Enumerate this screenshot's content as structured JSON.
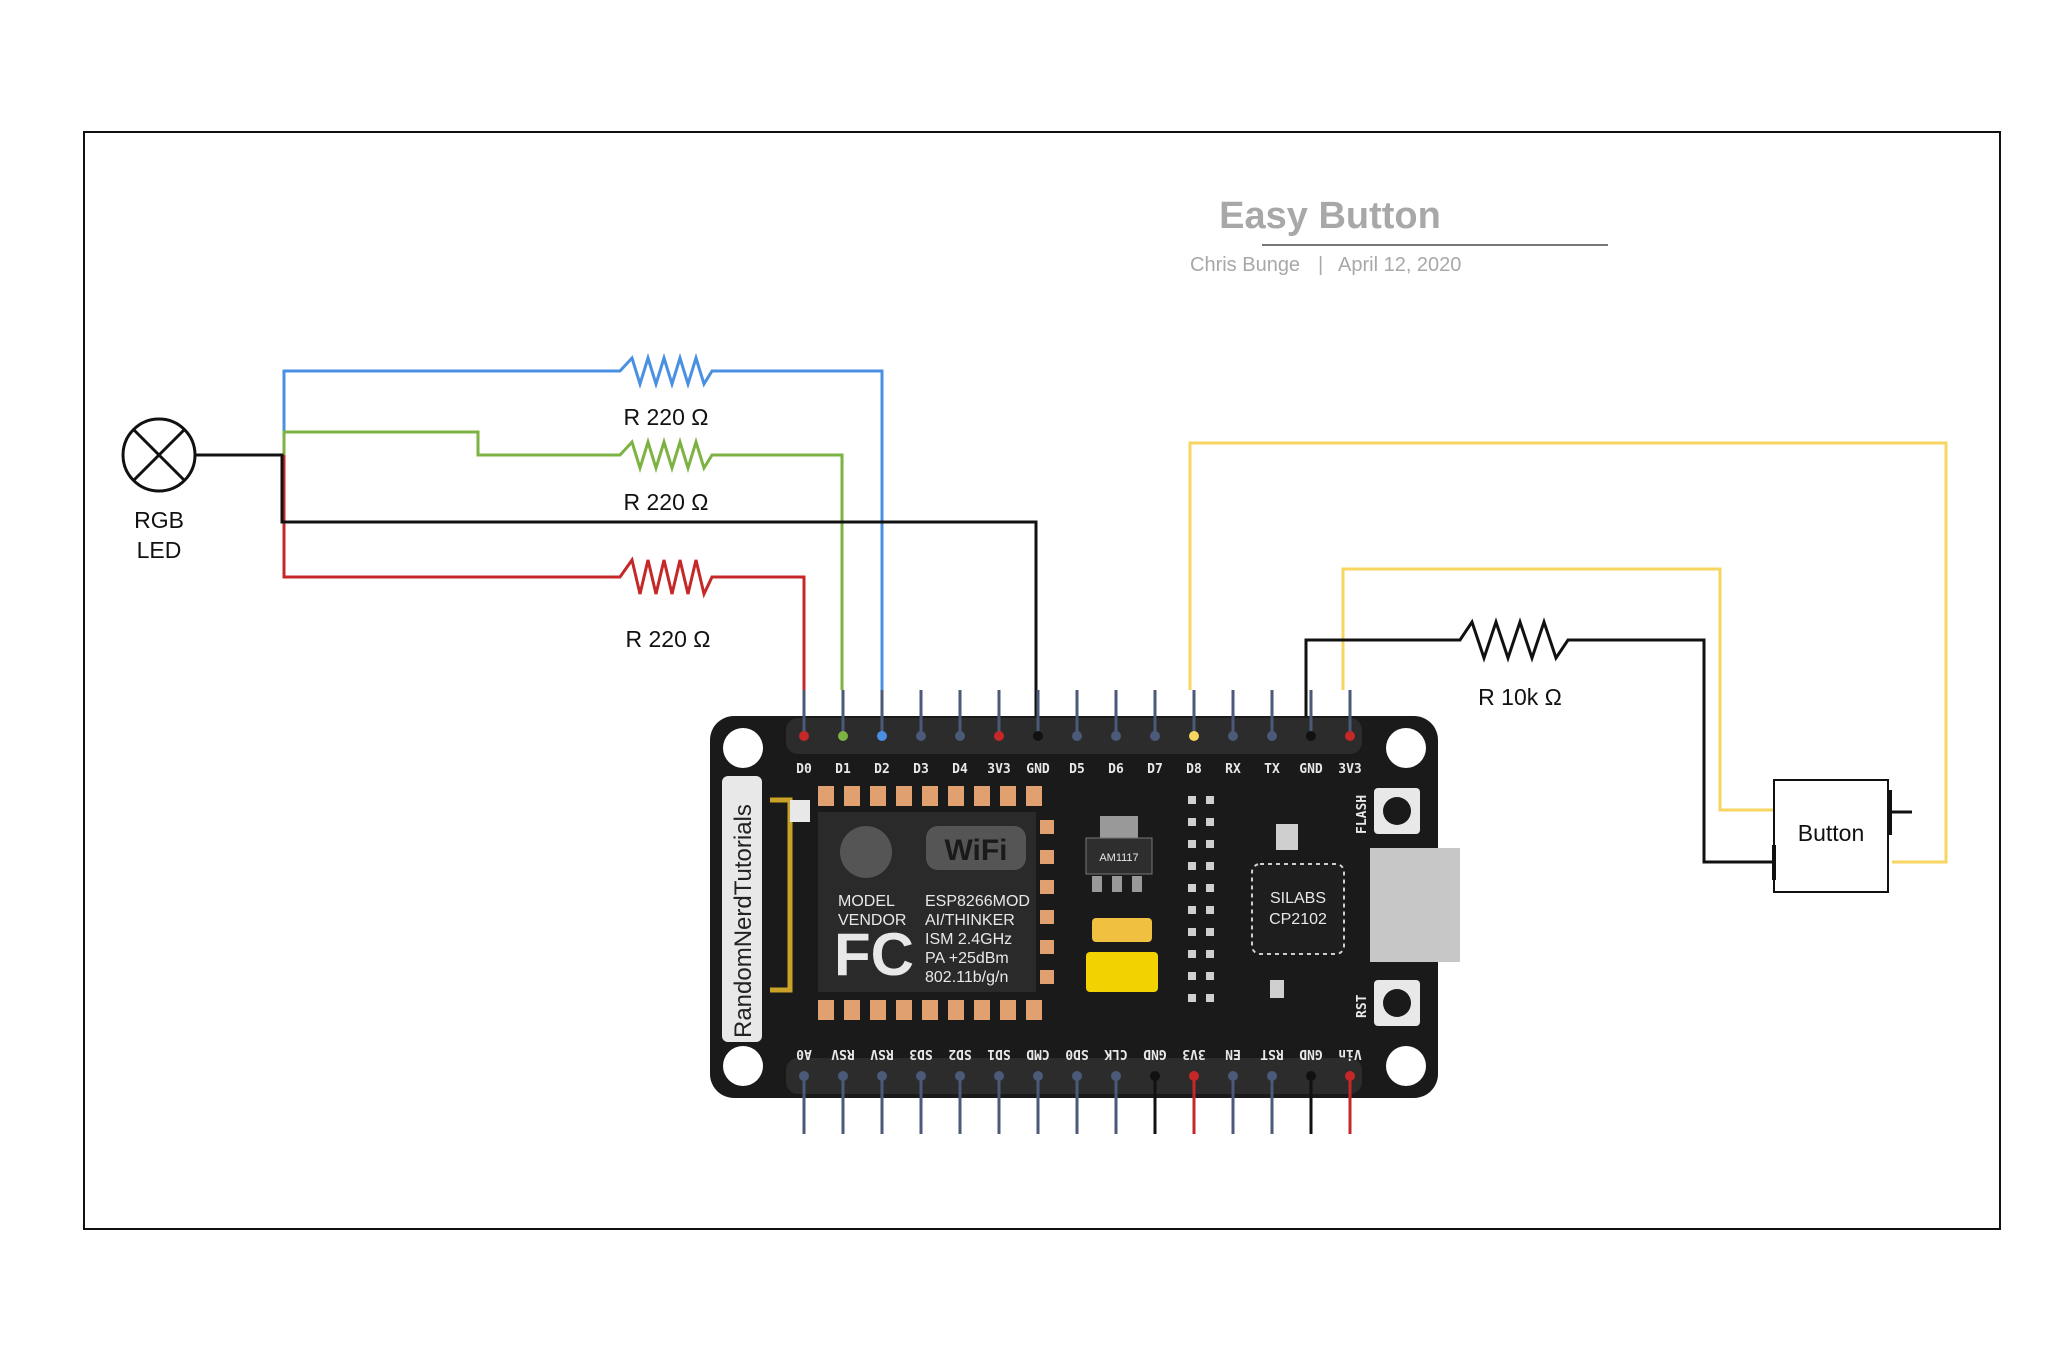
{
  "header": {
    "title": "Easy Button",
    "author": "Chris Bunge",
    "separator": "|",
    "date": "April 12, 2020"
  },
  "components": {
    "led_label_1": "RGB",
    "led_label_2": "LED",
    "resistor_blue": "R 220 Ω",
    "resistor_green": "R 220 Ω",
    "resistor_red": "R 220 Ω",
    "resistor_pull": "R 10k Ω",
    "button": "Button"
  },
  "board": {
    "brand": "RandomNerdTutorials",
    "top_pins": [
      "D0",
      "D1",
      "D2",
      "D3",
      "D4",
      "3V3",
      "GND",
      "D5",
      "D6",
      "D7",
      "D8",
      "RX",
      "TX",
      "GND",
      "3V3"
    ],
    "bottom_pins": [
      "A0",
      "RSV",
      "RSV",
      "SD3",
      "SD2",
      "SD1",
      "CMD",
      "SD0",
      "CLK",
      "GND",
      "3V3",
      "EN",
      "RST",
      "GND",
      "Vin"
    ],
    "flash_label": "FLASH",
    "rst_label": "RST",
    "regulator": "AM1117",
    "usb_chip_line1": "SILABS",
    "usb_chip_line2": "CP2102",
    "module_model": "MODEL",
    "module_vendor": "VENDOR",
    "module_name": "ESP8266MOD",
    "module_maker": "AI/THINKER",
    "module_band": "ISM 2.4GHz",
    "module_power": "PA +25dBm",
    "module_std": "802.11b/g/n",
    "wifi_logo": "WiFi",
    "fcc_logo": "FC"
  },
  "colors": {
    "blue_wire": "#4a90e2",
    "green_wire": "#7cb342",
    "red_wire": "#c62828",
    "black_wire": "#111111",
    "yellow_wire": "#f7d560",
    "board": "#1a1a1a"
  }
}
